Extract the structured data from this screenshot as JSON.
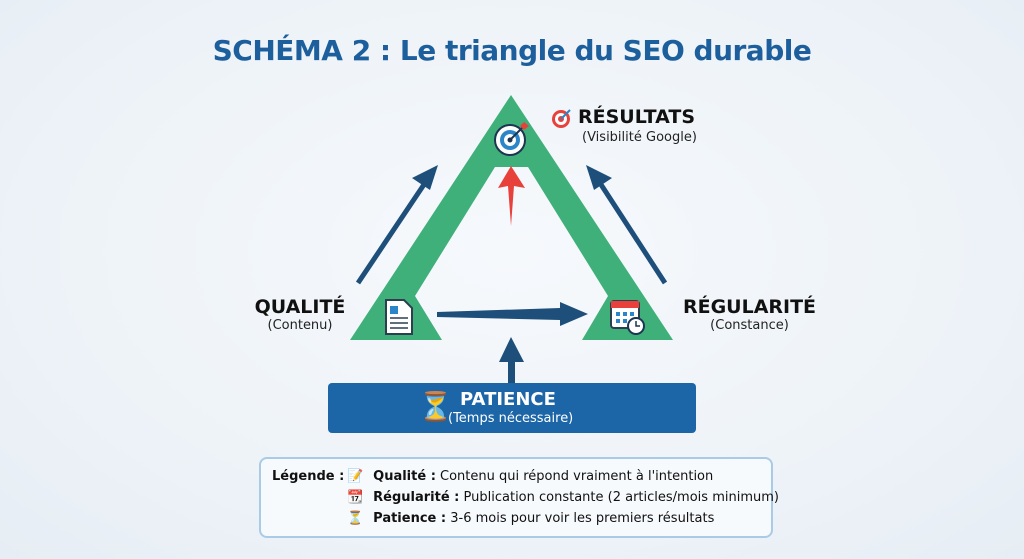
{
  "title": "SCHÉMA 2 : Le triangle du SEO durable",
  "nodes": {
    "resultats": {
      "label": "RÉSULTATS",
      "sub": "(Visibilité Google)",
      "icon": "target-icon"
    },
    "qualite": {
      "label": "QUALITÉ",
      "sub": "(Contenu)",
      "icon": "document-icon"
    },
    "regularite": {
      "label": "RÉGULARITÉ",
      "sub": "(Constance)",
      "icon": "calendar-clock-icon"
    },
    "patience": {
      "label": "PATIENCE",
      "sub": "(Temps nécessaire)",
      "icon": "hourglass-icon"
    }
  },
  "legend": {
    "title": "Légende :",
    "items": [
      {
        "icon": "📝",
        "term": "Qualité :",
        "desc": "Contenu qui répond vraiment à l'intention"
      },
      {
        "icon": "📆",
        "term": "Régularité :",
        "desc": "Publication constante (2 articles/mois minimum)"
      },
      {
        "icon": "⏳",
        "term": "Patience :",
        "desc": "3-6 mois pour voir les premiers résultats"
      }
    ]
  },
  "colors": {
    "blue": "#2a86c8",
    "green": "#3fb07a",
    "dark_arrow": "#1d4f7a",
    "red_arrow": "#e8413c",
    "title": "#1c5f9c"
  }
}
